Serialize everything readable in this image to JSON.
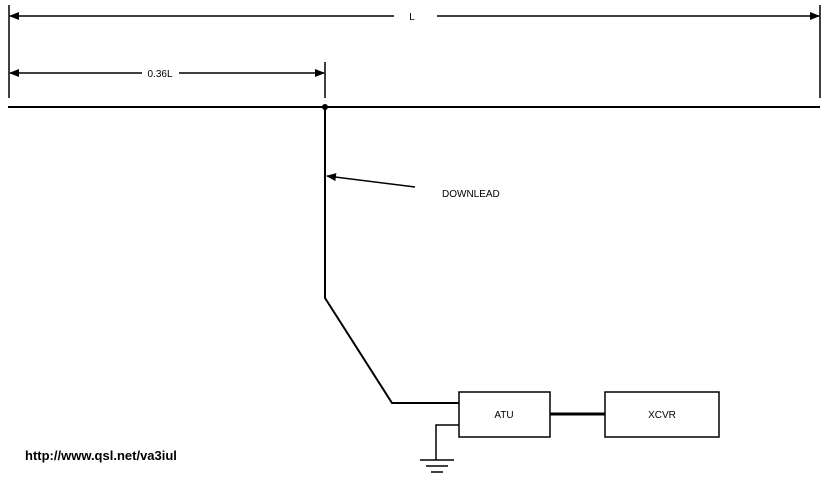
{
  "diagram": {
    "title": "Off-center fed long wire antenna with ATU",
    "dimensions": {
      "total_label": "L",
      "feed_offset_label": "0.36L",
      "feed_offset_fraction": 0.36
    },
    "labels": {
      "downlead": "DOWNLEAD",
      "atu": "ATU",
      "xcvr": "XCVR"
    },
    "nodes": [
      "antenna-wire",
      "feed-point",
      "downlead",
      "ATU",
      "XCVR",
      "ground"
    ],
    "edges": [
      {
        "from": "feed-point",
        "to": "ATU",
        "via": "downlead"
      },
      {
        "from": "ATU",
        "to": "XCVR",
        "via": "coax"
      },
      {
        "from": "ATU",
        "to": "ground"
      }
    ],
    "footer_url": "http://www.qsl.net/va3iul"
  }
}
